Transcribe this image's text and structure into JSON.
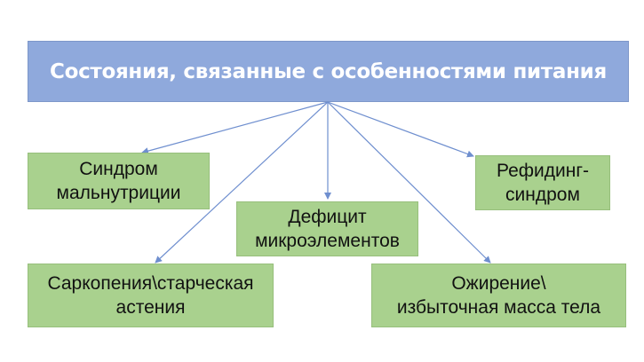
{
  "title": "Состояния, связанные с особенностями питания",
  "nodes": [
    {
      "id": "malnutrition",
      "label": "Синдром\nмальнутриции"
    },
    {
      "id": "micronutrient-deficit",
      "label": "Дефицит\nмикроэлементов"
    },
    {
      "id": "refeeding",
      "label": "Рефидинг-\nсиндром"
    },
    {
      "id": "sarcopenia",
      "label": "Саркопения\\старческая\nастения"
    },
    {
      "id": "obesity",
      "label": "Ожирение\\\nизбыточная масса тела"
    }
  ],
  "colors": {
    "title_fill": "#8fa9dc",
    "node_fill": "#a9d18e",
    "connector": "#6f8fcf"
  }
}
